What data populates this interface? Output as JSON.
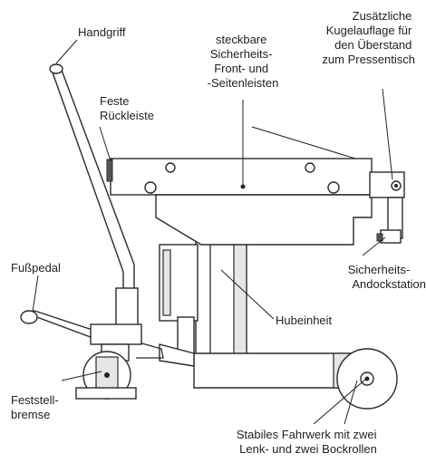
{
  "labels": {
    "handgriff": "Handgriff",
    "steckbare": [
      "steckbare",
      "Sicherheits-",
      "Front- und",
      "-Seitenleisten"
    ],
    "zusaetzliche": [
      "Zusätzliche",
      "Kugelauflage für",
      "den Überstand",
      "zum Pressentisch"
    ],
    "feste": [
      "Feste",
      "Rückleiste"
    ],
    "fusspedal": "Fußpedal",
    "sicherheits_andock": [
      "Sicherheits-",
      "Andockstation"
    ],
    "hubeinheit": "Hubeinheit",
    "feststell": [
      "Feststell-",
      "bremse"
    ],
    "fahrwerk": [
      "Stabiles Fahrwerk mit zwei",
      "Lenk- und zwei Bockrollen"
    ]
  }
}
